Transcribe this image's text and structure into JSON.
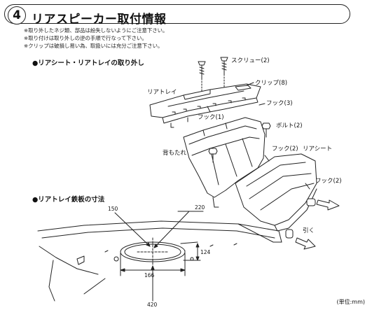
{
  "header": {
    "step_number": "4",
    "title": "リアスピーカー取付情報"
  },
  "notes": [
    "※取り外したネジ類、部品は紛失しないようにご注意下さい。",
    "※取り付けは取り外しの逆の手順で行なって下さい。",
    "※クリップは破損し易い為、取扱いには充分ご注意下さい。"
  ],
  "section_removal": {
    "title": "●リアシート・リアトレイの取り外し",
    "labels": {
      "screw": "スクリュー(2)",
      "rear_tray": "リアトレイ",
      "clip": "クリップ(8)",
      "hook3": "フック(3)",
      "hook1": "フック(1)",
      "bolt2": "ボルト(2)",
      "backrest": "背もたれ",
      "hook2a": "フック(2)",
      "rear_seat": "リアシート",
      "hook2b": "フック(2)",
      "pull": "引く"
    }
  },
  "section_dimensions": {
    "title": "●リアトレイ鉄板の寸法",
    "dims": {
      "d150": "150",
      "d220": "220",
      "d124": "124",
      "d166": "166",
      "d420": "420"
    },
    "unit": "(単位:mm)"
  }
}
